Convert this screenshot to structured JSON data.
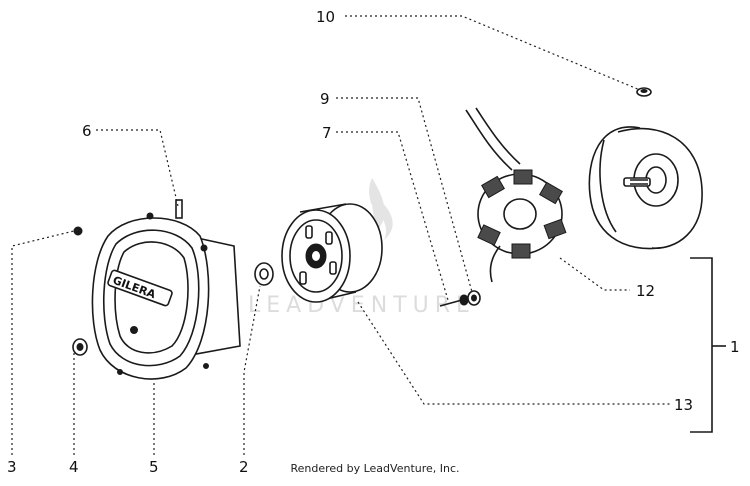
{
  "callouts": {
    "c1": "1",
    "c2": "2",
    "c3": "3",
    "c4": "4",
    "c5": "5",
    "c6": "6",
    "c7": "7",
    "c9": "9",
    "c10": "10",
    "c12": "12",
    "c13": "13"
  },
  "cover_brand": "GILERA",
  "watermark": "LEADVENTURE",
  "credit": "Rendered by LeadVenture, Inc."
}
